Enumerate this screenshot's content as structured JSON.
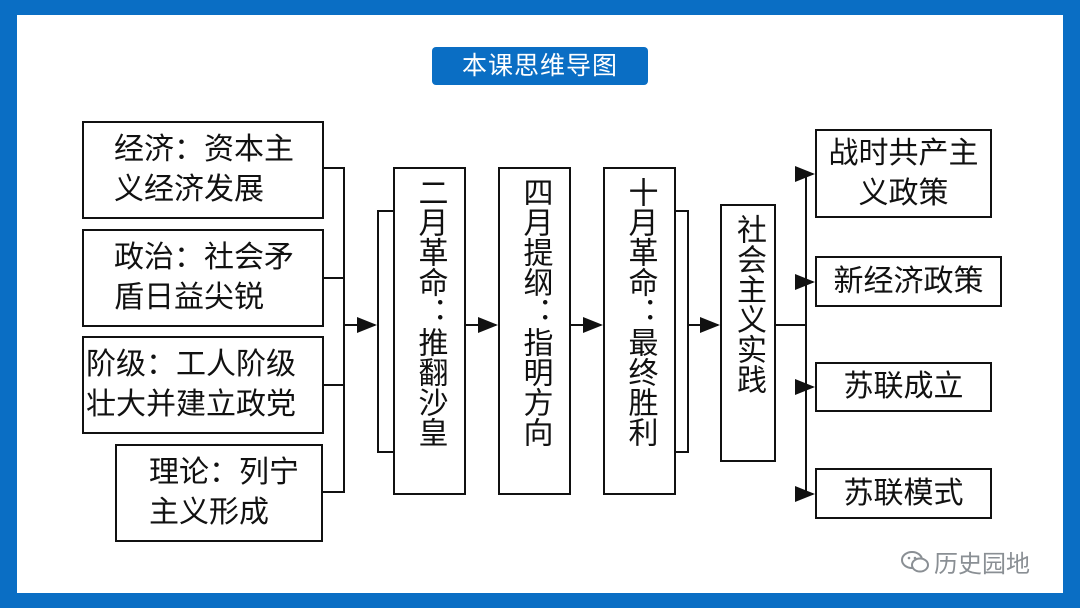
{
  "title": "本课思维导图",
  "causes": [
    "经济：资本主义经济发展",
    "政治：社会矛盾日益尖锐",
    "阶级：工人阶级壮大并建立政党",
    "理论：列宁主义形成"
  ],
  "stages": [
    "二月革命：推翻沙皇",
    "四月提纲：指明方向",
    "十月革命：最终胜利"
  ],
  "center": "社会主义实践",
  "results": [
    "战时共产主义政策",
    "新经济政策",
    "苏联成立",
    "苏联模式"
  ],
  "watermark": "历史园地",
  "colors": {
    "frame": "#0a6ec4",
    "line": "#111111",
    "watermark": "#8a8f94"
  }
}
